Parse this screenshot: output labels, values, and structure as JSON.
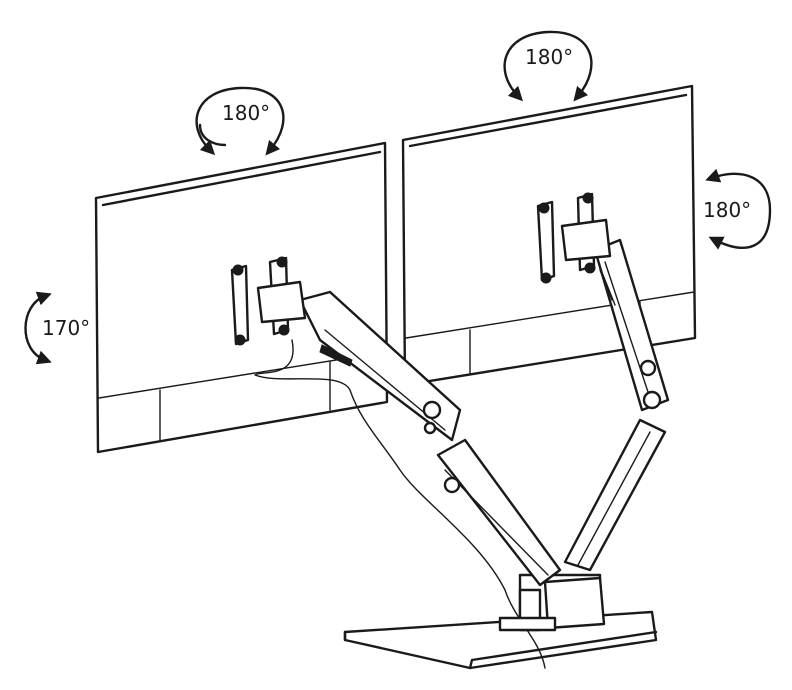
{
  "rotation_labels": {
    "left_top": "180°",
    "right_top": "180°",
    "left_side": "170°",
    "right_side": "180°"
  },
  "icons": [
    "rotate-arrow-icon",
    "tilt-arrow-icon",
    "vesa-mount-icon",
    "clamp-icon"
  ],
  "colors": {
    "line": "#1a1a1a",
    "background": "#ffffff"
  }
}
